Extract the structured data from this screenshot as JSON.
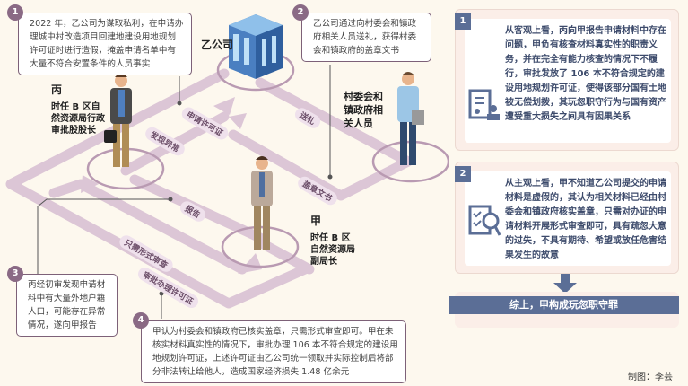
{
  "notes": [
    {
      "num": "1",
      "text": "2022 年，乙公司为谋取私利，在申请办理城中村改造项目回建地建设用地规划许可证时进行造假，掩盖申请名单中有大量不符合安置条件的人员事实"
    },
    {
      "num": "2",
      "text": "乙公司通过向村委会和镇政府相关人员送礼，获得村委会和镇政府的盖章文书"
    },
    {
      "num": "3",
      "text": "丙经初审发现申请材料中有大量外地户籍人口，可能存在异常情况，遂向甲报告"
    },
    {
      "num": "4",
      "text": "甲认为村委会和镇政府已核实盖章，只需形式审查即可。甲在未核实材料真实性的情况下，审批办理 106 本不符合规定的建设用地规划许可证，上述许可证由乙公司统一领取并实际控制后将部分非法转让给他人，造成国家经济损失 1.48 亿余元"
    }
  ],
  "actors": {
    "company": "乙公司",
    "bing": {
      "name": "丙",
      "title": "时任 B 区自然资源局行政审批股股长"
    },
    "village": {
      "name": "村委会和镇政府相关人员"
    },
    "jia": {
      "name": "甲",
      "title": "时任 B 区自然资源局副局长"
    }
  },
  "flows": [
    "申请许可证",
    "发现异常",
    "送礼",
    "盖章文书",
    "报告",
    "只需形式审查",
    "审批办理许可证"
  ],
  "analysis": [
    {
      "num": "1",
      "icon": "document-person-icon",
      "text": "从客观上看，丙向甲报告申请材料中存在问题，甲负有核查材料真实性的职责义务，并在完全有能力核查的情况下不履行，审批发放了 106 本不符合规定的建设用地规划许可证，使得该部分国有土地被无偿划拨，其玩忽职守行为与国有资产遭受重大损失之间具有因果关系"
    },
    {
      "num": "2",
      "icon": "checklist-magnifier-icon",
      "text": "从主观上看，甲不知道乙公司提交的申请材料是虚假的，其认为相关材料已经由村委会和镇政府核实盖章，只需对办证的申请材料开展形式审查即可，具有疏忽大意的过失，不具有期待、希望或放任危害结果发生的故意"
    }
  ],
  "conclusion": "综上，甲构成玩忽职守罪",
  "credit": "制图：李芸",
  "colors": {
    "track": "#dcc6d6",
    "accent": "#8a6a85",
    "panel": "#5b6e96"
  }
}
